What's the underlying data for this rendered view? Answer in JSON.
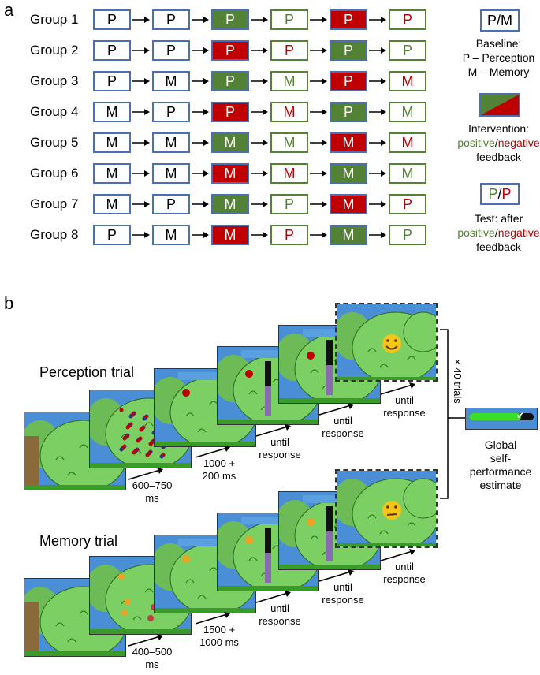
{
  "panel_a": {
    "letter": "a"
  },
  "panel_b": {
    "letter": "b"
  },
  "groups": [
    {
      "label": "Group 1",
      "seq": [
        {
          "t": "P",
          "k": "base"
        },
        {
          "t": "P",
          "k": "base"
        },
        {
          "t": "P",
          "k": "int-pos"
        },
        {
          "t": "P",
          "k": "test-pos"
        },
        {
          "t": "P",
          "k": "int-neg"
        },
        {
          "t": "P",
          "k": "test-neg"
        }
      ]
    },
    {
      "label": "Group 2",
      "seq": [
        {
          "t": "P",
          "k": "base"
        },
        {
          "t": "P",
          "k": "base"
        },
        {
          "t": "P",
          "k": "int-neg"
        },
        {
          "t": "P",
          "k": "test-neg"
        },
        {
          "t": "P",
          "k": "int-pos"
        },
        {
          "t": "P",
          "k": "test-pos"
        }
      ]
    },
    {
      "label": "Group 3",
      "seq": [
        {
          "t": "P",
          "k": "base"
        },
        {
          "t": "M",
          "k": "base"
        },
        {
          "t": "P",
          "k": "int-pos"
        },
        {
          "t": "M",
          "k": "test-pos"
        },
        {
          "t": "P",
          "k": "int-neg"
        },
        {
          "t": "M",
          "k": "test-neg"
        }
      ]
    },
    {
      "label": "Group 4",
      "seq": [
        {
          "t": "M",
          "k": "base"
        },
        {
          "t": "P",
          "k": "base"
        },
        {
          "t": "P",
          "k": "int-neg"
        },
        {
          "t": "M",
          "k": "test-neg"
        },
        {
          "t": "P",
          "k": "int-pos"
        },
        {
          "t": "M",
          "k": "test-pos"
        }
      ]
    },
    {
      "label": "Group 5",
      "seq": [
        {
          "t": "M",
          "k": "base"
        },
        {
          "t": "M",
          "k": "base"
        },
        {
          "t": "M",
          "k": "int-pos"
        },
        {
          "t": "M",
          "k": "test-pos"
        },
        {
          "t": "M",
          "k": "int-neg"
        },
        {
          "t": "M",
          "k": "test-neg"
        }
      ]
    },
    {
      "label": "Group 6",
      "seq": [
        {
          "t": "M",
          "k": "base"
        },
        {
          "t": "M",
          "k": "base"
        },
        {
          "t": "M",
          "k": "int-neg"
        },
        {
          "t": "M",
          "k": "test-neg"
        },
        {
          "t": "M",
          "k": "int-pos"
        },
        {
          "t": "M",
          "k": "test-pos"
        }
      ]
    },
    {
      "label": "Group 7",
      "seq": [
        {
          "t": "M",
          "k": "base"
        },
        {
          "t": "P",
          "k": "base"
        },
        {
          "t": "M",
          "k": "int-pos"
        },
        {
          "t": "P",
          "k": "test-pos"
        },
        {
          "t": "M",
          "k": "int-neg"
        },
        {
          "t": "P",
          "k": "test-neg"
        }
      ]
    },
    {
      "label": "Group 8",
      "seq": [
        {
          "t": "P",
          "k": "base"
        },
        {
          "t": "M",
          "k": "base"
        },
        {
          "t": "M",
          "k": "int-neg"
        },
        {
          "t": "P",
          "k": "test-neg"
        },
        {
          "t": "M",
          "k": "int-pos"
        },
        {
          "t": "P",
          "k": "test-pos"
        }
      ]
    }
  ],
  "legend": {
    "baseline_box": "P/M",
    "baseline_title": "Baseline:",
    "baseline_p": "P – Perception",
    "baseline_m": "M – Memory",
    "intervention_title": "Intervention:",
    "positive": "positive",
    "slash": "/",
    "negative": "negative",
    "feedback": "feedback",
    "test_box_p1": "P",
    "test_box_p2": "P",
    "test_title": "Test: after"
  },
  "trials": {
    "perception_label": "Perception trial",
    "memory_label": "Memory trial",
    "perception_timings": [
      "600–750\nms",
      "1000 +\n200 ms",
      "until\nresponse",
      "until\nresponse",
      "until\nresponse"
    ],
    "memory_timings": [
      "400–500\nms",
      "1500 +\n1000 ms",
      "until\nresponse",
      "until\nresponse",
      "until\nresponse"
    ],
    "repeat": "× 40 trials",
    "global_estimate": "Global\nself-\nperformance\nestimate"
  },
  "colors": {
    "blue_border": "#4a6fb5",
    "green": "#538135",
    "red": "#c00000",
    "sky": "#4a8fd6",
    "bush": "#7ccf63",
    "ground": "#3a9a2a"
  }
}
